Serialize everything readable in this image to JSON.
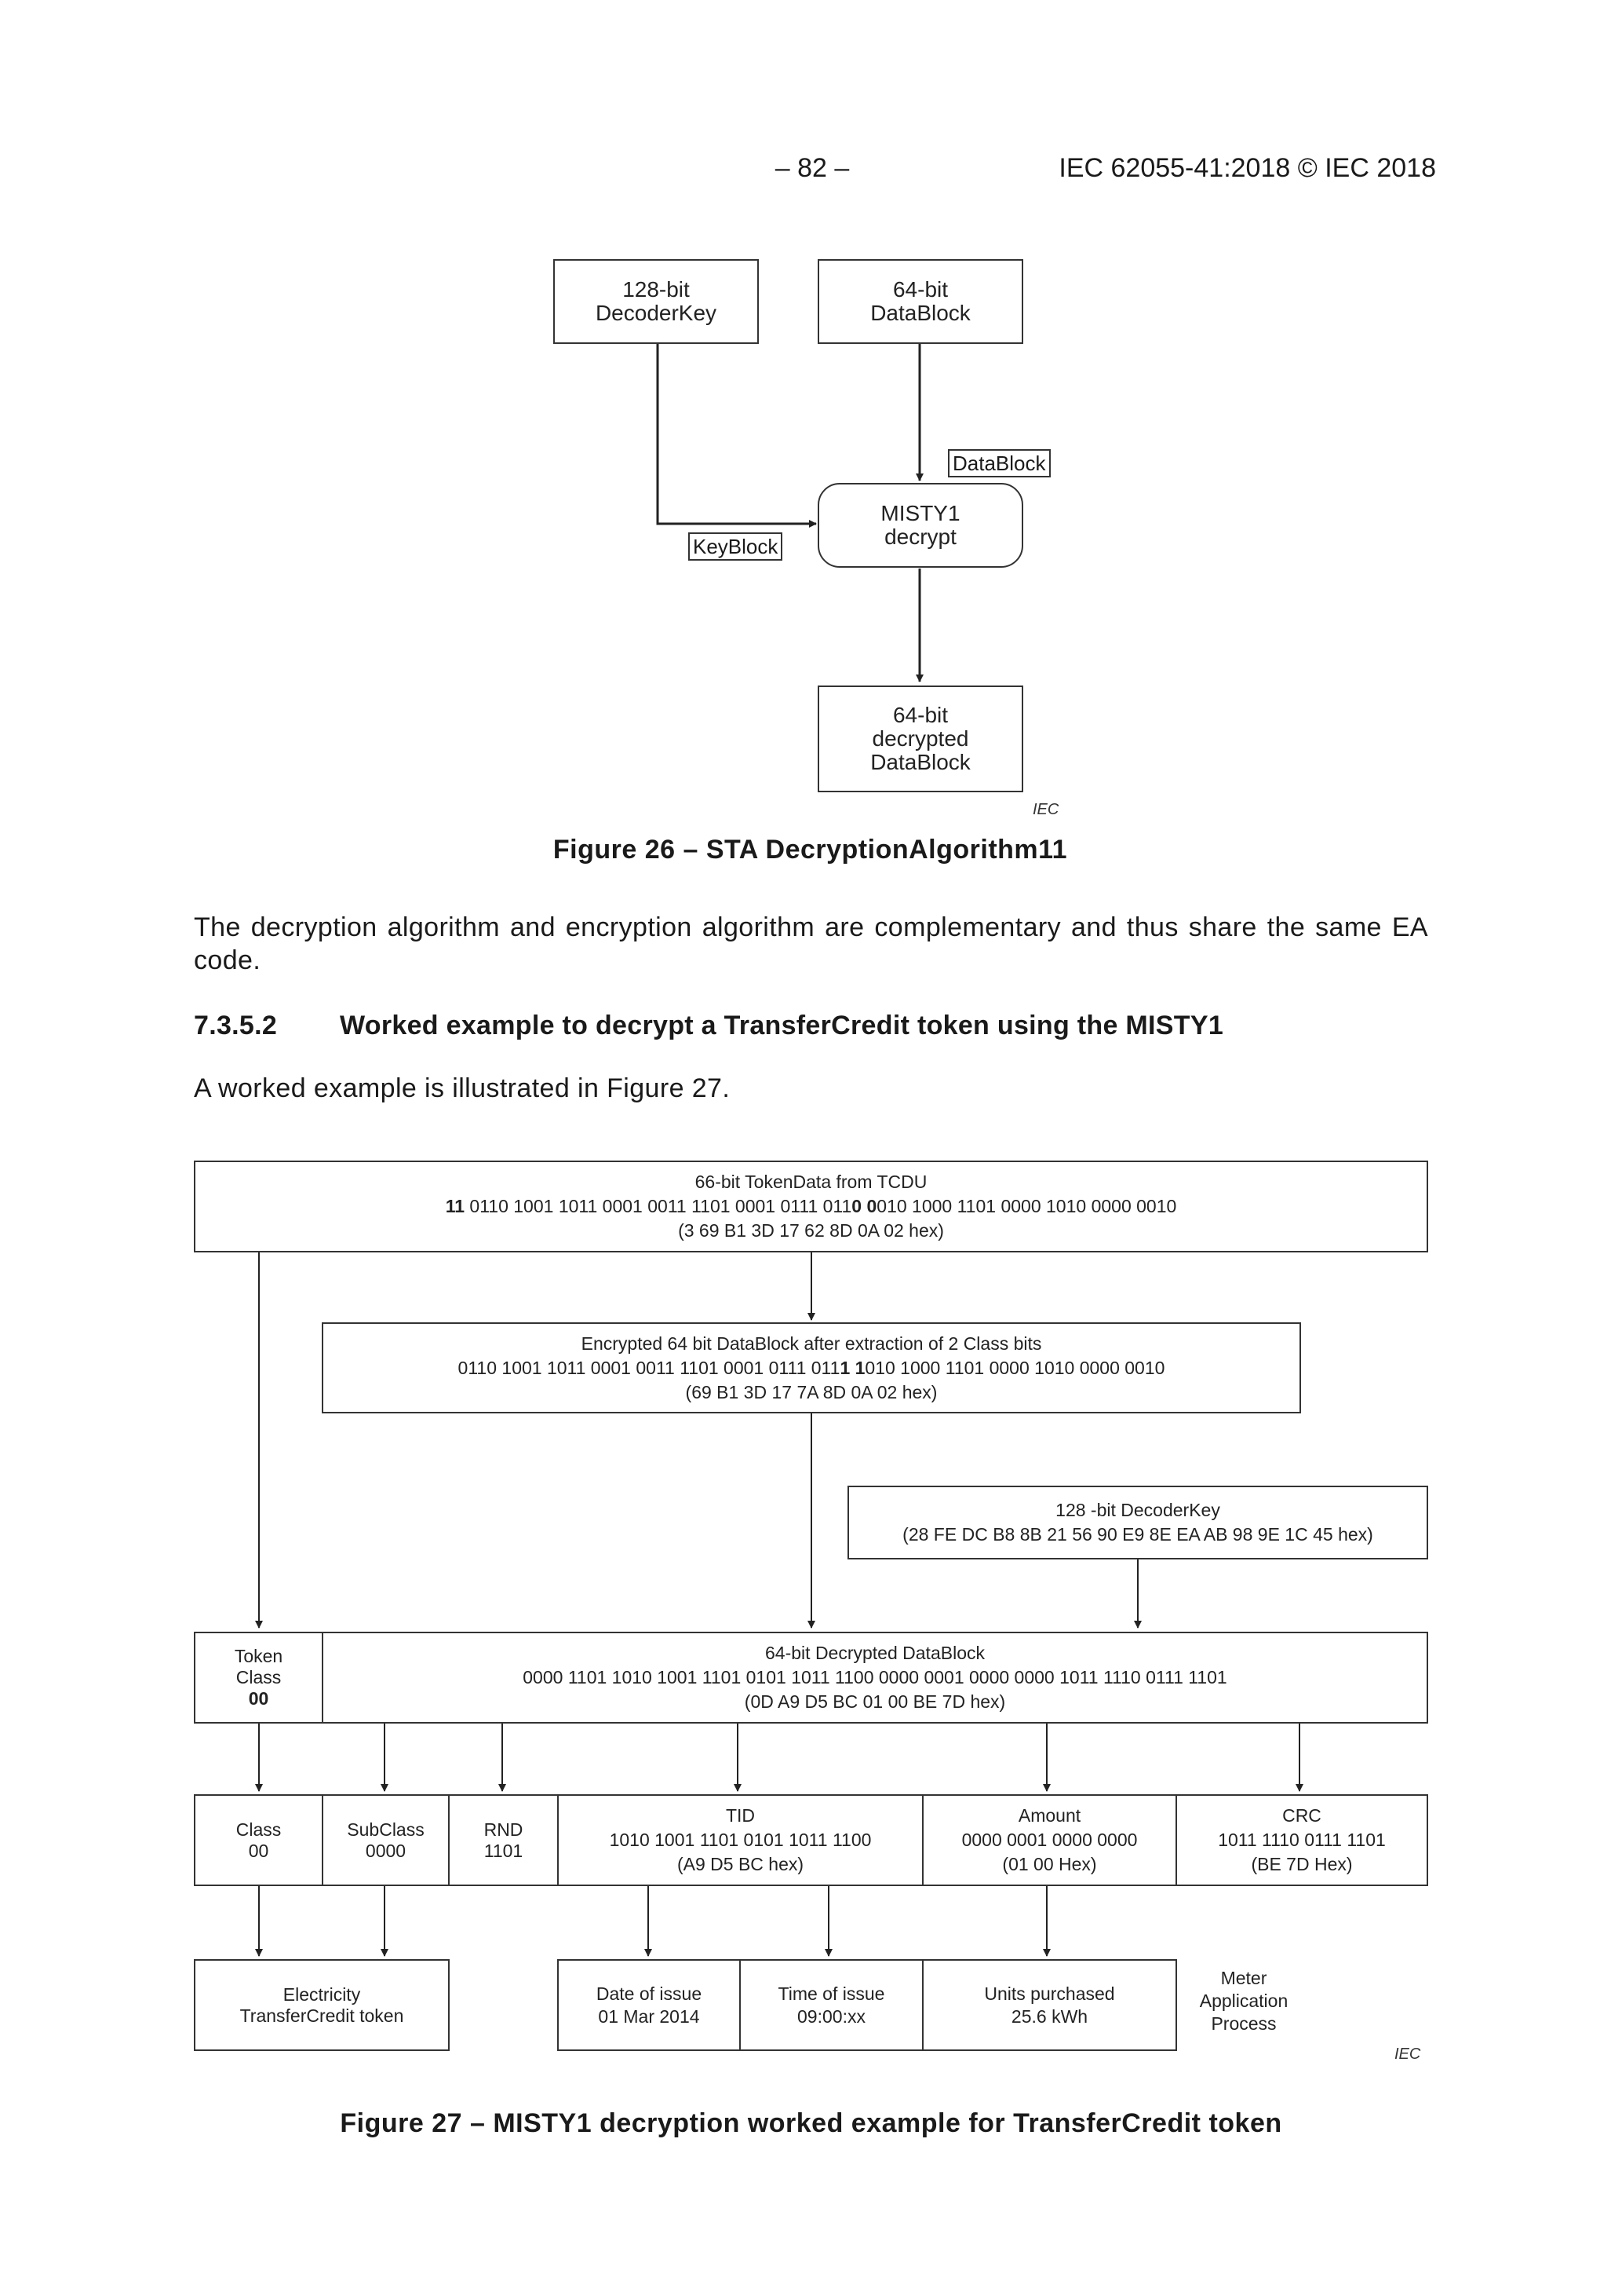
{
  "header": {
    "page_number": "– 82 –",
    "standard": "IEC 62055-41:2018 © IEC 2018"
  },
  "figure26": {
    "decoder_key": [
      "128-bit",
      "DecoderKey"
    ],
    "data_block": [
      "64-bit",
      "DataBlock"
    ],
    "label_datablock": "DataBlock",
    "label_keyblock": "KeyBlock",
    "misty": [
      "MISTY1",
      "decrypt"
    ],
    "output": [
      "64-bit",
      "decrypted",
      "DataBlock"
    ],
    "iec_mark": "IEC",
    "caption": "Figure 26 – STA DecryptionAlgorithm11"
  },
  "paragraph": "The decryption algorithm and encryption algorithm are complementary and thus share the same EA code.",
  "section": {
    "number": "7.3.5.2",
    "title": "Worked example to decrypt a TransferCredit token using the MISTY1"
  },
  "intro": "A worked example is illustrated in Figure 27.",
  "figure27": {
    "tokendata": {
      "title": "66-bit TokenData from TCDU",
      "bits_class": "11",
      "bits_a": " 0110 1001 1011 0001 0011 1101 0001 0111 011",
      "bits_b": "0",
      "bits_c": " ",
      "bits_d": "0",
      "bits_e": "010 1000 1101 0000 1010 0000 0010",
      "hex": "(3 69 B1 3D 17 62 8D 0A 02 hex)"
    },
    "encrypted": {
      "title": "Encrypted 64 bit DataBlock after extraction of 2 Class bits",
      "bits_a": "0110 1001 1011 0001 0011 1101 0001 0111 01",
      "bits_b": "1",
      "bits_c": "1",
      "bits_d": " ",
      "bits_e": "1",
      "bits_f": "010 1000 1101 0000 1010 0000 0010",
      "hex": "(69 B1 3D 17 7A 8D 0A 02 hex)"
    },
    "decoderkey": {
      "title": "128 -bit DecoderKey",
      "hex": "(28 FE DC B8 8B 21 56 90 E9 8E EA AB 98 9E 1C 45 hex)"
    },
    "token_class": {
      "line1": "Token",
      "line2": "Class",
      "value": "00"
    },
    "decrypted": {
      "title": "64-bit Decrypted  DataBlock",
      "bits": "0000 1101 1010 1001 1101 0101 1011 1100 0000 0001 0000 0000 1011 1110 0111 1101",
      "hex": "(0D A9 D5 BC 01 00 BE 7D hex)"
    },
    "fields": [
      {
        "l1": "Class",
        "l2": "00",
        "l3": ""
      },
      {
        "l1": "SubClass",
        "l2": "0000",
        "l3": ""
      },
      {
        "l1": "RND",
        "l2": "1101",
        "l3": ""
      },
      {
        "l1": "TID",
        "l2": "1010 1001 1101 0101 1011 1100",
        "l3": "(A9 D5 BC hex)"
      },
      {
        "l1": "Amount",
        "l2": "0000 0001 0000 0000",
        "l3": "(01 00 Hex)"
      },
      {
        "l1": "CRC",
        "l2": "1011 1110 0111 1101",
        "l3": "(BE 7D Hex)"
      }
    ],
    "outputs": [
      {
        "l1": "Electricity",
        "l2": "TransferCredit token"
      },
      {
        "l1": "Date of issue",
        "l2": "01 Mar 2014"
      },
      {
        "l1": "Time of issue",
        "l2": "09:00:xx"
      },
      {
        "l1": "Units purchased",
        "l2": "25.6 kWh"
      }
    ],
    "meter_process": [
      "Meter",
      "Application",
      "Process"
    ],
    "iec_mark": "IEC",
    "caption": "Figure 27 – MISTY1 decryption worked example for TransferCredit token"
  }
}
